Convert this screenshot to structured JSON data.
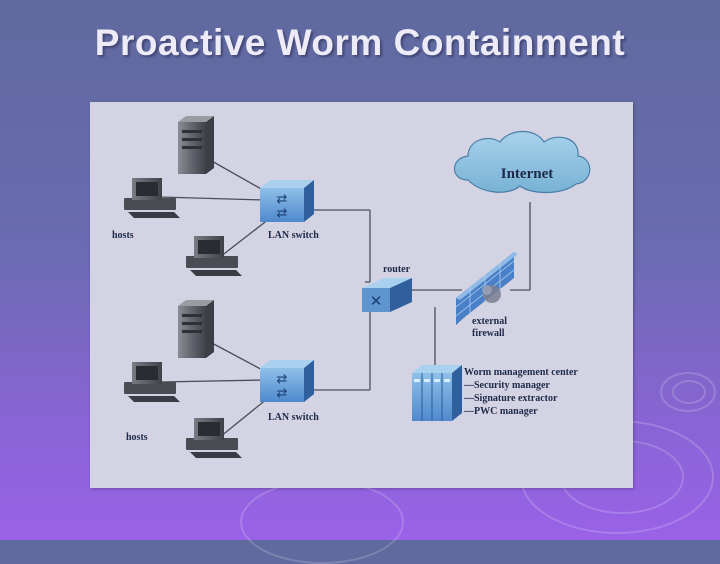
{
  "slide": {
    "title": "Proactive Worm Containment"
  },
  "diagram": {
    "labels": {
      "internet": "Internet",
      "router": "router",
      "firewall_line1": "external",
      "firewall_line2": "firewall",
      "lan_switch_top": "LAN switch",
      "lan_switch_bottom": "LAN switch",
      "hosts_top": "hosts",
      "hosts_bottom": "hosts",
      "worm_center_title": "Worm management center",
      "worm_center_items": [
        "—Security manager",
        "—Signature extractor",
        "—PWC manager"
      ]
    },
    "colors": {
      "background": "#6a6bb0",
      "panel": "#d3d3e3",
      "cloud": "#8fc3df",
      "network_device": "#5f95cf",
      "firewall": "#4a80c8",
      "server": "#6e7078"
    }
  }
}
